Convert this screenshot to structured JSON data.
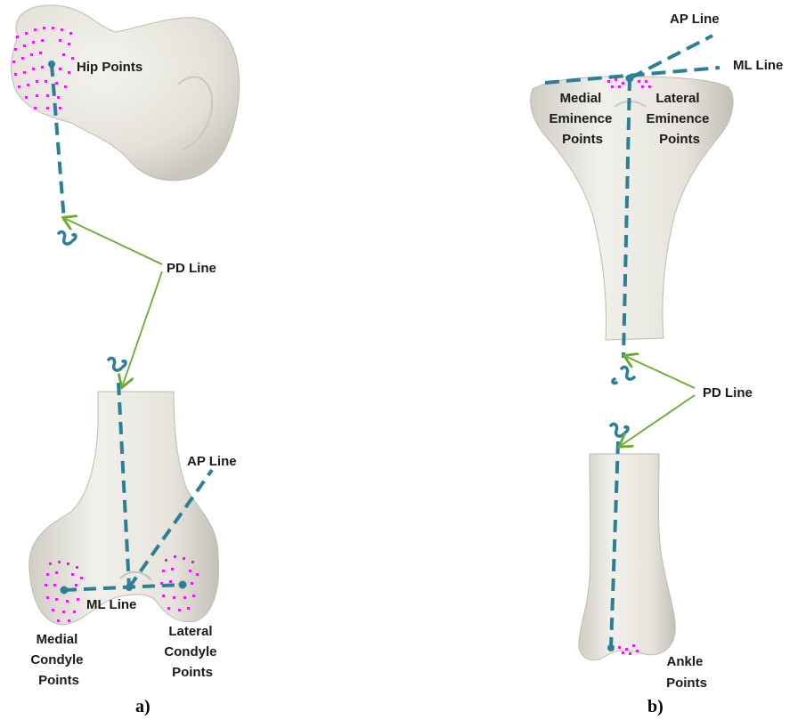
{
  "panel_a": {
    "caption": "a)",
    "hip_label": "Hip Points",
    "pd_label": "PD Line",
    "ap_label": "AP Line",
    "ml_label": "ML Line",
    "medial_label": [
      "Medial",
      "Condyle",
      "Points"
    ],
    "lateral_label": [
      "Lateral",
      "Condyle",
      "Points"
    ]
  },
  "panel_b": {
    "caption": "b)",
    "ap_label": "AP Line",
    "ml_label": "ML Line",
    "pd_label": "PD Line",
    "medial_label": [
      "Medial",
      "Eminence",
      "Points"
    ],
    "lateral_label": [
      "Lateral",
      "Eminence",
      "Points"
    ],
    "ankle_label": [
      "Ankle",
      "Points"
    ]
  },
  "colors": {
    "bone": "#e8e6df",
    "bone_edge": "#b9b7ae",
    "axis_line": "#2b7f96",
    "pointer": "#6aab2e",
    "landmark_points": "#e020e0"
  },
  "icons": {
    "break_marks": "squiggle-break-icon"
  }
}
